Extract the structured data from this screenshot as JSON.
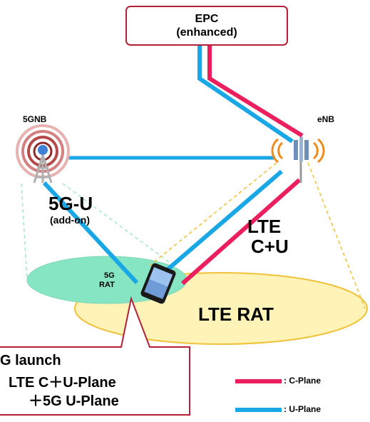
{
  "epc": {
    "line1": "EPC",
    "line2": "(enhanced)"
  },
  "nodes": {
    "gnb_label": "5GNB",
    "enb_label": "eNB"
  },
  "labels": {
    "five_g_u": "5G-U",
    "add_on": "(add-on)",
    "lte": "LTE",
    "c_plus_u": "C+U",
    "five_g_rat_line1": "5G",
    "five_g_rat_line2": "RAT",
    "lte_rat": "LTE RAT"
  },
  "callout": {
    "line1": "G launch",
    "line2": "LTE C＋U-Plane",
    "line3": "＋5G U-Plane"
  },
  "legend": {
    "c_plane": ": C-Plane",
    "u_plane": ": U-Plane"
  },
  "colors": {
    "c_plane": "#ec1f5e",
    "u_plane": "#1aa7e6",
    "epc_border": "#b3203a",
    "five_g_rat_fill": "#86e6c4",
    "lte_rat_fill": "#fff3b8",
    "lte_rat_stroke": "#f0c23a",
    "callout_border": "#b3203a"
  },
  "icons": [
    "5g-base-station-icon",
    "enb-antenna-icon",
    "smartphone-icon"
  ]
}
